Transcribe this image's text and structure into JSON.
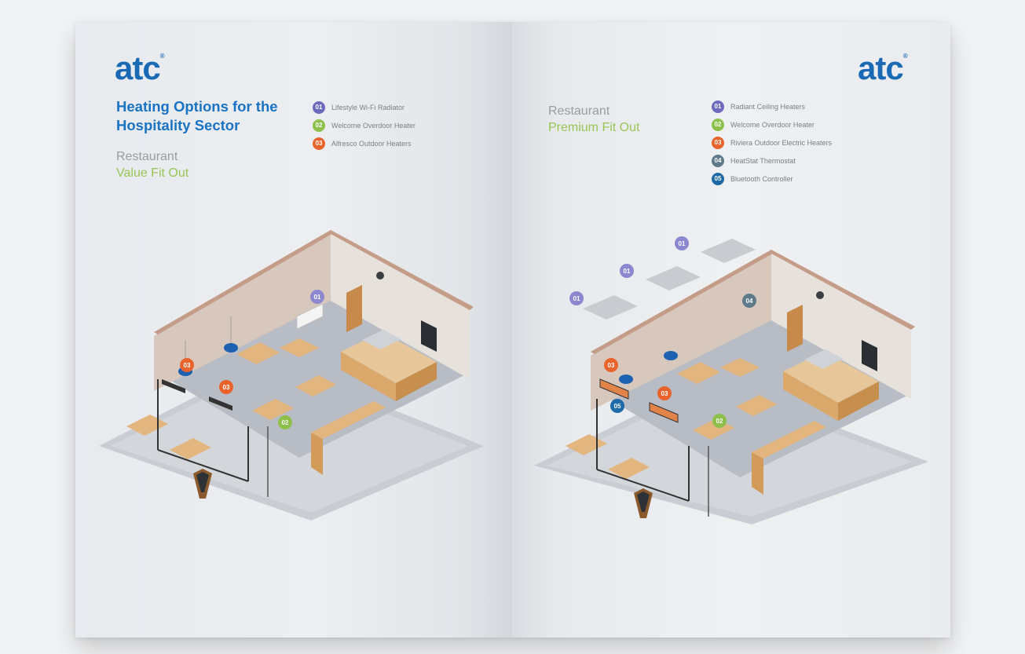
{
  "colors": {
    "brand_blue": "#1a69b4",
    "green": "#8cc04b",
    "purple": "#6d6bbd",
    "orange": "#e9642c",
    "slate": "#5f7a89",
    "blue": "#1e6aa8"
  },
  "left_page": {
    "logo": "atc",
    "logo_mark": "®",
    "title": "Heating Options for the Hospitality Sector",
    "subtitle_line1": "Restaurant",
    "subtitle_line2": "Value Fit Out",
    "legend": [
      {
        "num": "01",
        "label": "Lifestyle Wi-Fi Radiator",
        "color": "purple"
      },
      {
        "num": "02",
        "label": "Welcome Overdoor Heater",
        "color": "green"
      },
      {
        "num": "03",
        "label": "Alfresco Outdoor Heaters",
        "color": "orange"
      }
    ],
    "pins": {
      "p01": "01",
      "p02": "02",
      "p03a": "03",
      "p03b": "03"
    }
  },
  "right_page": {
    "logo": "atc",
    "logo_mark": "®",
    "subtitle_line1": "Restaurant",
    "subtitle_line2": "Premium Fit Out",
    "legend": [
      {
        "num": "01",
        "label": "Radiant Ceiling Heaters",
        "color": "purple"
      },
      {
        "num": "02",
        "label": "Welcome Overdoor Heater",
        "color": "green"
      },
      {
        "num": "03",
        "label": "Riviera Outdoor Electric Heaters",
        "color": "orange"
      },
      {
        "num": "04",
        "label": "HeatStat Thermostat",
        "color": "slate"
      },
      {
        "num": "05",
        "label": "Bluetooth Controller",
        "color": "blue"
      }
    ],
    "pins": {
      "p01a": "01",
      "p01b": "01",
      "p01c": "01",
      "p02": "02",
      "p03a": "03",
      "p03b": "03",
      "p04": "04",
      "p05": "05"
    }
  }
}
